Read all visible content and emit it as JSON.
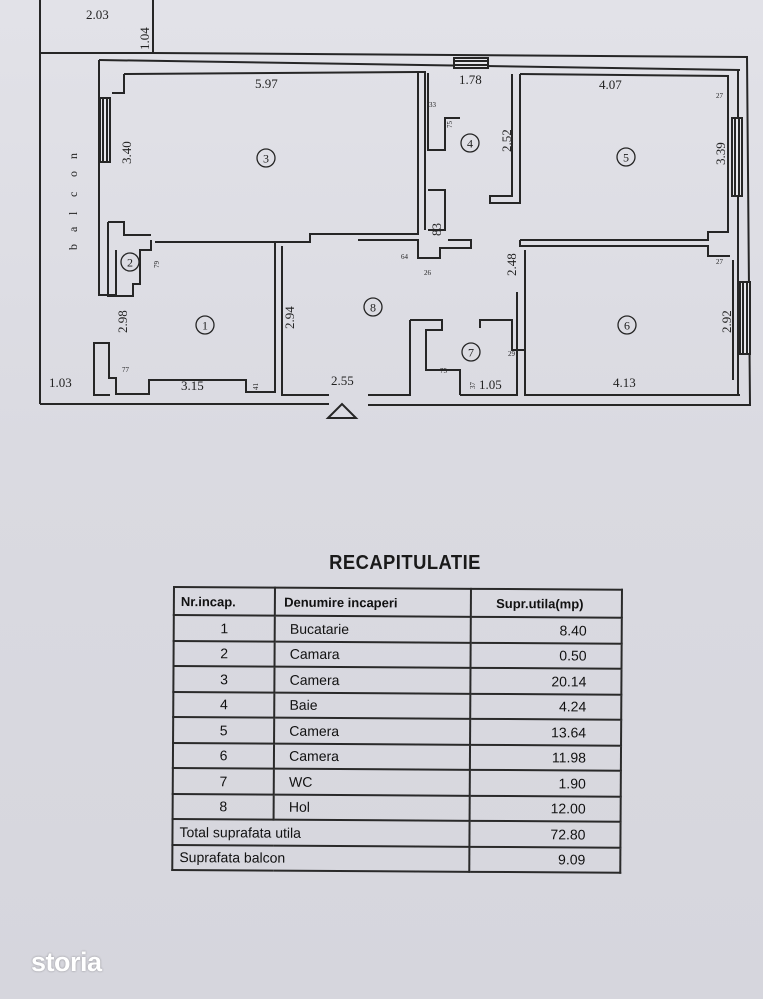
{
  "plan": {
    "dims": {
      "balcony_top": "2.03",
      "balcony_side": "1.04",
      "room3_width": "5.97",
      "room4_width": "1.78",
      "room5_width": "4.07",
      "room3_height": "3.40",
      "room4_height": "2.52",
      "room5_height": "3.39",
      "room4_lower": "83",
      "room1_height": "2.98",
      "room1_inner": "2.94",
      "hall_lower": "2.48",
      "room6_height": "2.92",
      "balcony_bottom": "1.03",
      "room1_width": "3.15",
      "hall_width": "2.55",
      "room7_width": "1.05",
      "room6_width": "4.13"
    },
    "small_marks": {
      "m33": "33",
      "m75": "75",
      "m64": "64",
      "m26": "26",
      "m79": "79",
      "m27a": "27",
      "m27b": "27",
      "m77": "77",
      "m41": "41",
      "m75b": "75",
      "m37": "37",
      "m29": "29"
    },
    "room_numbers": [
      "1",
      "2",
      "3",
      "4",
      "5",
      "6",
      "7",
      "8"
    ],
    "balcony_label": [
      "b",
      "a",
      "l",
      "c",
      "o",
      "n"
    ]
  },
  "recap": {
    "title": "RECAPITULATIE",
    "headers": [
      "Nr.incap.",
      "Denumire incaperi",
      "Supr.utila(mp)"
    ],
    "rows": [
      {
        "nr": "1",
        "name": "Bucatarie",
        "area": "8.40"
      },
      {
        "nr": "2",
        "name": "Camara",
        "area": "0.50"
      },
      {
        "nr": "3",
        "name": "Camera",
        "area": "20.14"
      },
      {
        "nr": "4",
        "name": "Baie",
        "area": "4.24"
      },
      {
        "nr": "5",
        "name": "Camera",
        "area": "13.64"
      },
      {
        "nr": "6",
        "name": "Camera",
        "area": "11.98"
      },
      {
        "nr": "7",
        "name": "WC",
        "area": "1.90"
      },
      {
        "nr": "8",
        "name": "Hol",
        "area": "12.00"
      }
    ],
    "total_label": "Total suprafata utila",
    "total_value": "72.80",
    "balcony_label": "Suprafata balcon",
    "balcony_value": "9.09"
  },
  "watermark": "storia"
}
